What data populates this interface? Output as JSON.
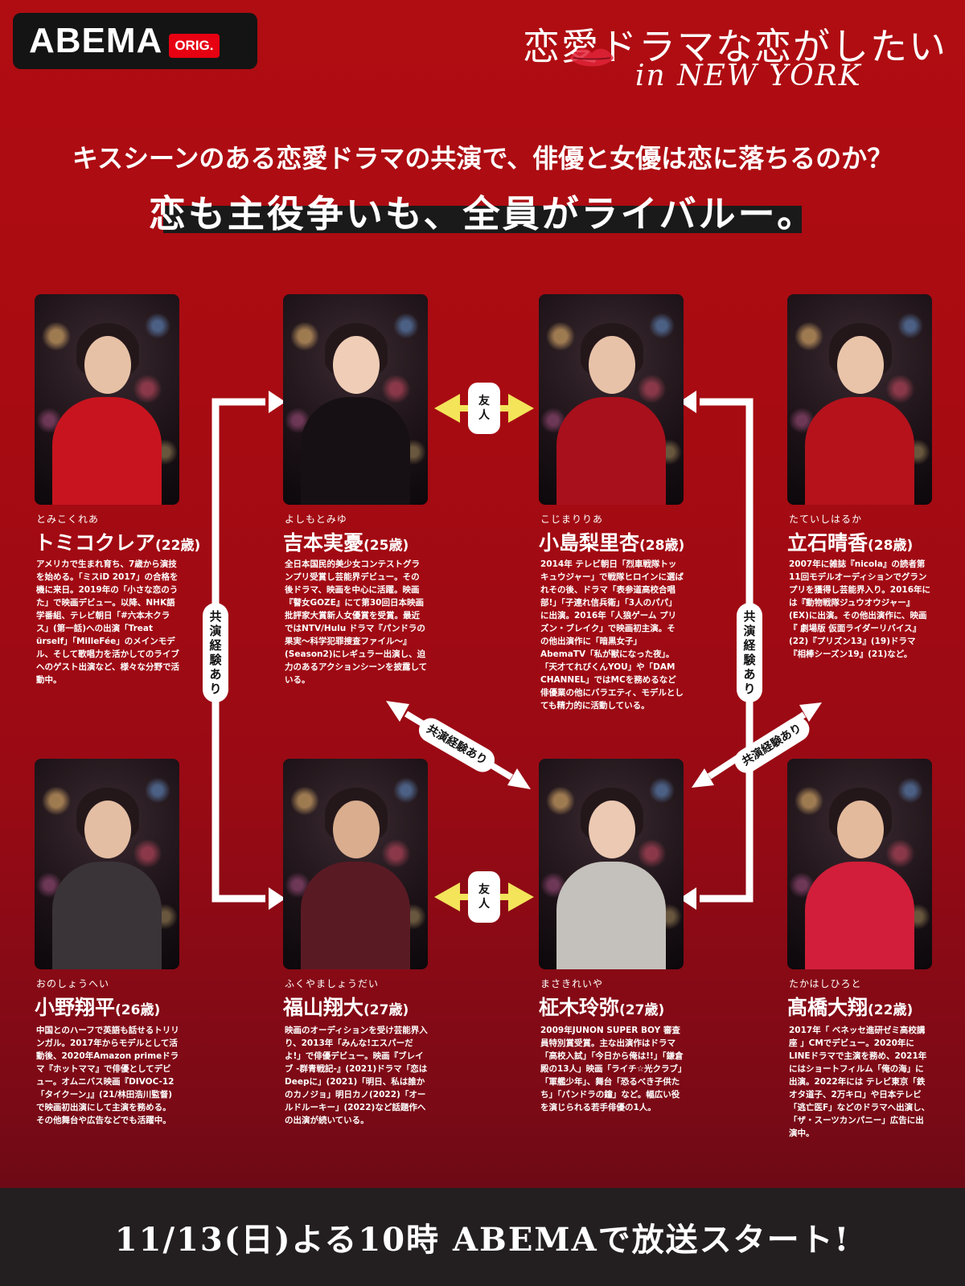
{
  "header": {
    "logo_text": "ABEMA",
    "logo_badge": "ORIG.",
    "show_title": "恋愛ドラマな恋がしたい",
    "show_subtitle": "in NEW YORK",
    "tagline": "キスシーンのある恋愛ドラマの共演で、俳優と女優は恋に落ちるのか？",
    "catchphrase": "恋も主役争いも、全員がライバルー。"
  },
  "cast": [
    {
      "kana": "とみこくれあ",
      "name": "トミコクレア",
      "age": "(22歳)",
      "bio": "アメリカで生まれ育ち、7歳から演技を始める。「ミスiD 2017」の合格を機に来日。2019年の「小さな恋のうた」で映画デビュー。以降、NHK語学番組、テレビ朝日「#六本木クラス」(第一話)への出演「Treat ürself」「MilleFée」のメインモデル、そして歌唱力を活かしてのライブへのゲスト出演など、様々な分野で活動中。",
      "outfit": "#c8141e",
      "skin": "#e7c1a6"
    },
    {
      "kana": "よしもとみゆ",
      "name": "吉本実憂",
      "age": "(25歳)",
      "bio": "全日本国民的美少女コンテストグランプリ受賞し芸能界デビュー。その後ドラマ、映画を中心に活躍。映画『瞽女GOZE』にて第30回日本映画批評家大賞新人女優賞を受賞。最近ではNTV/Hulu ドラマ『パンドラの果実～科学犯罪捜査ファイル～』(Season2)にレギュラー出演し、迫力のあるアクションシーンを披露している。",
      "outfit": "#161014",
      "skin": "#efcdb6"
    },
    {
      "kana": "こじまりりあ",
      "name": "小島梨里杏",
      "age": "(28歳)",
      "bio": "2014年 テレビ朝日「烈車戦隊トッキュウジャー」で戦隊ヒロインに選ばれその後、ドラマ「表参道高校合唱部!」「子連れ信兵衛」「3人のパパ」に出演。2016年「人狼ゲーム プリズン・ブレイク」で映画初主演。その他出演作に「暗黒女子」AbemaTV「私が獣になった夜」。「天才てれびくんYOU」や「DAM CHANNEL」ではMCを務めるなど俳優業の他にバラエティ、モデルとしても精力的に活動している。",
      "outfit": "#a8101c",
      "skin": "#e8c2a8"
    },
    {
      "kana": "たていしはるか",
      "name": "立石晴香",
      "age": "(28歳)",
      "bio": "2007年に雑誌『nicola』の読者第11回モデルオーディションでグランプリを獲得し芸能界入り。2016年には『動物戦隊ジュウオウジャー』(EX)に出演。その他出演作に、映画『 劇場版 仮面ライダーリバイス』(22)『プリズン13』(19)ドラマ『相棒シーズン19』(21)など。",
      "outfit": "#b5121c",
      "skin": "#e9c4a9"
    },
    {
      "kana": "おのしょうへい",
      "name": "小野翔平",
      "age": "(26歳)",
      "bio": "中国とのハーフで英語も話せるトリリンガル。2017年からモデルとして活動後、2020年Amazon primeドラマ『ホットママ』で俳優としてデビュー。オムニバス映画『DIVOC-12「タイクーン」』(21/林田浩川監督)で映画初出演にして主演を務める。その他舞台や広告などでも活躍中。",
      "outfit": "#3a3438",
      "skin": "#e4bea3"
    },
    {
      "kana": "ふくやましょうだい",
      "name": "福山翔大",
      "age": "(27歳)",
      "bio": "映画のオーディションを受け芸能界入り、2013年「みんな!エスパーだよ!」で俳優デビュー。映画『ブレイブ -群青戦記-』(2021)ドラマ「恋はDeepに」(2021)「明日、私は誰かのカノジョ」明日カノ(2022)「オールドルーキー」(2022)など話題作への出演が続いている。",
      "outfit": "#5a1a24",
      "skin": "#d9ad8e"
    },
    {
      "kana": "まさきれいや",
      "name": "柾木玲弥",
      "age": "(27歳)",
      "bio": "2009年JUNON SUPER BOY 審査員特別賞受賞。主な出演作はドラマ「高校入試」「今日から俺は!!」「鎌倉殿の13人」映画「ライチ☆光クラブ」「軍艦少年」、舞台「恐るべき子供たち」「パンドラの鐘」など。幅広い役を演じられる若手俳優の1人。",
      "outfit": "#c4c0bb",
      "skin": "#ecc9b2"
    },
    {
      "kana": "たかはしひろと",
      "name": "髙橋大翔",
      "age": "(22歳)",
      "bio": "2017年「 ベネッセ進研ゼミ高校講座 」CMでデビュー。2020年にLINEドラマで主演を務め、2021年にはショートフィルム「俺の海」に出演。2022年には テレビ東京「鉄オタ道子、2万キロ」や日本テレビ「逃亡医F」などのドラマへ出演し、「ザ・スーツカンパニー」広告に出演中。",
      "outfit": "#d21e3a",
      "skin": "#e3ba9c"
    }
  ],
  "relations": {
    "co_star": [
      "共",
      "演",
      "経",
      "験",
      "あ",
      "り"
    ],
    "co_star_inline": "共演経験あり",
    "friend": [
      "友",
      "人"
    ]
  },
  "footer": {
    "broadcast": "11/13(日)よる10時 ABEMAで放送スタート!"
  }
}
